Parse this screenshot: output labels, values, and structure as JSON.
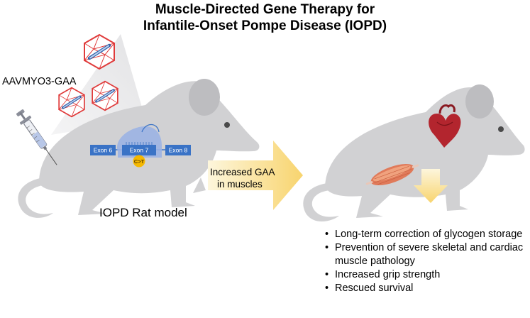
{
  "title": {
    "line1": "Muscle-Directed Gene Therapy for",
    "line2": "Infantile-Onset Pompe Disease (IOPD)"
  },
  "vector_label": "AAVMYO3-GAA",
  "exons": {
    "exon6": "Exon 6",
    "exon7": "Exon 7",
    "exon8": "Exon 8"
  },
  "mutation": "C>T",
  "model_label": "IOPD Rat model",
  "arrow_text": {
    "line1": "Increased GAA",
    "line2": "in muscles"
  },
  "outcomes": [
    "Long-term correction of glycogen storage",
    "Prevention of severe skeletal and cardiac muscle pathology",
    "Increased grip strength",
    "Rescued survival"
  ],
  "colors": {
    "rat": "#d1d1d3",
    "exon": "#3a73c6",
    "virus": "#e03b3b",
    "mutation": "#f5b800",
    "arrow_start": "#fdf3cc",
    "arrow_end": "#f7d36a"
  }
}
